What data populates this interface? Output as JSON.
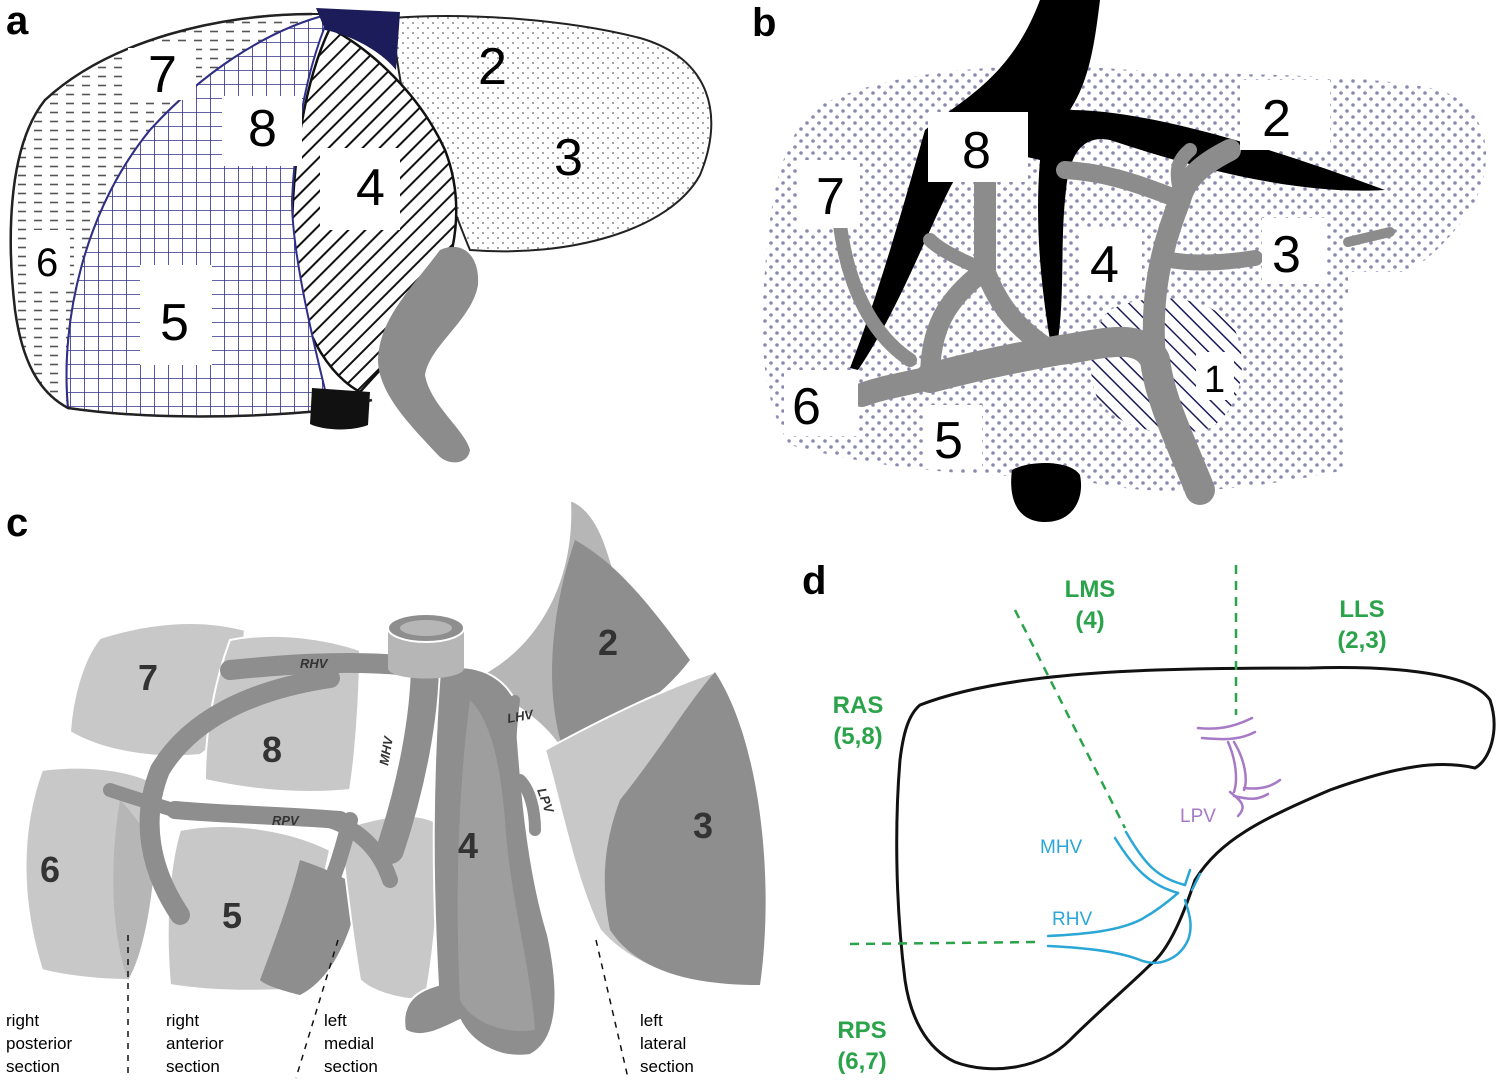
{
  "colors": {
    "navy": "#1c1c5a",
    "grid_blue": "#2f2f8a",
    "portal_gray": "#8c8c8c",
    "green": "#2aa34a",
    "cyan": "#2aa7d6",
    "violet": "#a77ac6",
    "lobe_light": "#c8c8c8",
    "lobe_mid": "#b6b6b6",
    "lobe_dark": "#8e8e8e"
  },
  "panel_a": {
    "letter": "a",
    "segments": [
      "7",
      "8",
      "2",
      "3",
      "4",
      "6",
      "5"
    ]
  },
  "panel_b": {
    "letter": "b",
    "segments": [
      "8",
      "2",
      "7",
      "4",
      "3",
      "1",
      "6",
      "5"
    ]
  },
  "panel_c": {
    "letter": "c",
    "segments": [
      "7",
      "8",
      "2",
      "3",
      "6",
      "5",
      "4"
    ],
    "vessels": [
      "RHV",
      "MHV",
      "LHV",
      "LPV",
      "RPV"
    ],
    "sections": [
      [
        "right",
        "posterior",
        "section"
      ],
      [
        "right",
        "anterior",
        "section"
      ],
      [
        "left",
        "medial",
        "section"
      ],
      [
        "left",
        "lateral",
        "section"
      ]
    ]
  },
  "panel_d": {
    "letter": "d",
    "labels": {
      "lms": [
        "LMS",
        "(4)"
      ],
      "lls": [
        "LLS",
        "(2,3)"
      ],
      "ras": [
        "RAS",
        "(5,8)"
      ],
      "rps": [
        "RPS",
        "(6,7)"
      ]
    },
    "veins": {
      "mhv": "MHV",
      "rhv": "RHV",
      "lpv": "LPV"
    }
  }
}
